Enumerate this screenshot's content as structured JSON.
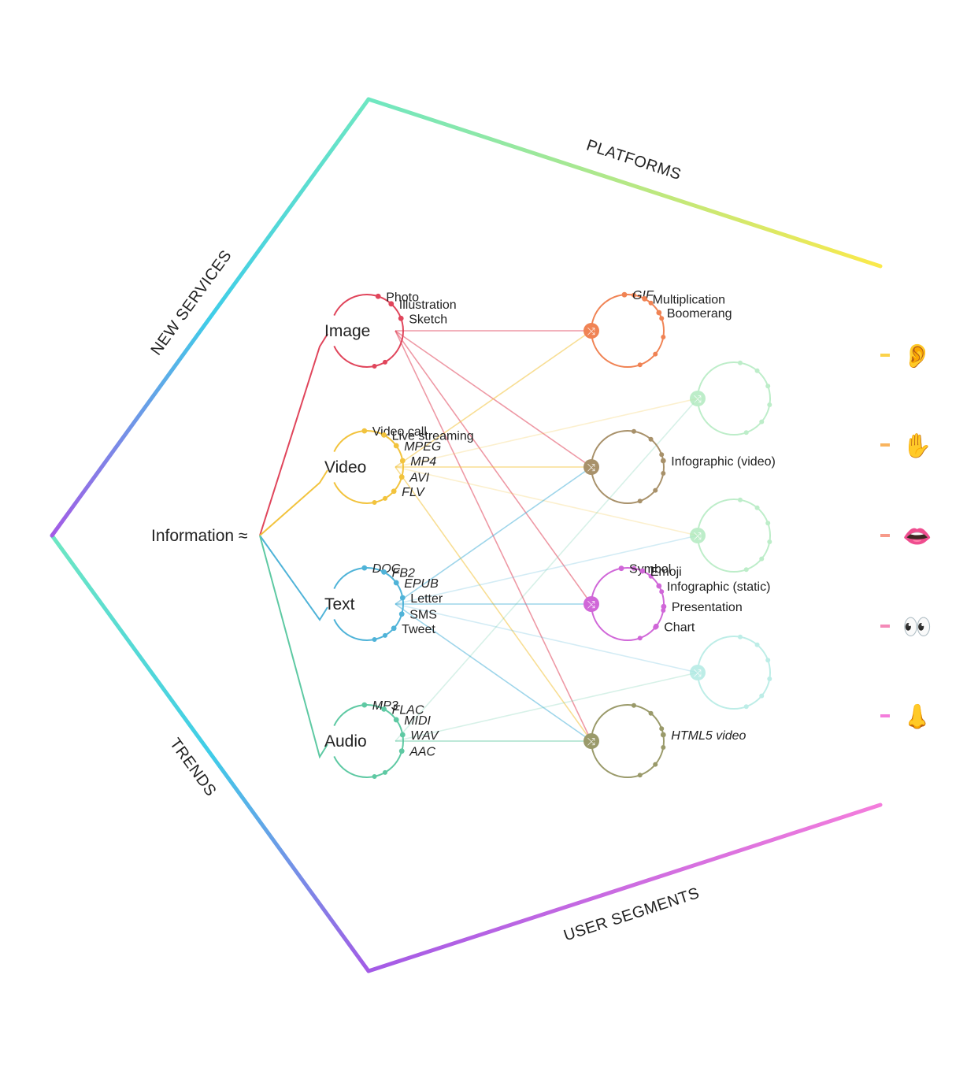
{
  "pentagon": {
    "sides": [
      "NEW SERVICES",
      "PLATFORMS",
      "USER SEGMENTS",
      "TRENDS"
    ]
  },
  "root": {
    "label": "Information ≈"
  },
  "categories": [
    {
      "id": "image",
      "label": "Image",
      "color": "#e0455b",
      "items": [
        {
          "label": "Photo",
          "italic": false
        },
        {
          "label": "Illustration",
          "italic": false
        },
        {
          "label": "Sketch",
          "italic": false
        }
      ]
    },
    {
      "id": "video",
      "label": "Video",
      "color": "#f2c33d",
      "items": [
        {
          "label": "Video call",
          "italic": false
        },
        {
          "label": "Live streaming",
          "italic": false
        },
        {
          "label": "MPEG",
          "italic": true
        },
        {
          "label": "MP4",
          "italic": true
        },
        {
          "label": "AVI",
          "italic": true
        },
        {
          "label": "FLV",
          "italic": true
        }
      ]
    },
    {
      "id": "text",
      "label": "Text",
      "color": "#4fb3d8",
      "items": [
        {
          "label": "DOC",
          "italic": true
        },
        {
          "label": "FB2",
          "italic": true
        },
        {
          "label": "EPUB",
          "italic": true
        },
        {
          "label": "Letter",
          "italic": false
        },
        {
          "label": "SMS",
          "italic": false
        },
        {
          "label": "Tweet",
          "italic": false
        }
      ]
    },
    {
      "id": "audio",
      "label": "Audio",
      "color": "#5ec9a3",
      "items": [
        {
          "label": "MP3",
          "italic": true
        },
        {
          "label": "FLAC",
          "italic": true
        },
        {
          "label": "MIDI",
          "italic": true
        },
        {
          "label": "WAV",
          "italic": true
        },
        {
          "label": "AAC",
          "italic": true
        }
      ]
    }
  ],
  "outputs": [
    {
      "id": "o1",
      "color": "#f08354",
      "faded": false,
      "items": [
        {
          "label": "GIF",
          "italic": true
        },
        {
          "label": "Multiplication",
          "italic": false
        },
        {
          "label": "Boomerang",
          "italic": false
        }
      ]
    },
    {
      "id": "o2",
      "color": "#a8e8b8",
      "faded": true,
      "items": []
    },
    {
      "id": "o3",
      "color": "#a8916a",
      "faded": false,
      "items": [
        {
          "label": "Infographic (video)",
          "italic": false
        }
      ]
    },
    {
      "id": "o4",
      "color": "#a8e8b8",
      "faded": true,
      "items": []
    },
    {
      "id": "o5",
      "color": "#d067d8",
      "faded": false,
      "items": [
        {
          "label": "Symbol",
          "italic": false
        },
        {
          "label": "Emoji",
          "italic": false
        },
        {
          "label": "Infographic (static)",
          "italic": false
        },
        {
          "label": "Presentation",
          "italic": false
        },
        {
          "label": "Chart",
          "italic": false
        }
      ]
    },
    {
      "id": "o6",
      "color": "#a8e8e0",
      "faded": true,
      "items": []
    },
    {
      "id": "o7",
      "color": "#9a9a6a",
      "faded": false,
      "items": [
        {
          "label": "HTML5 video",
          "italic": true
        }
      ]
    }
  ],
  "connections": [
    {
      "from": "image",
      "to": "o1",
      "opacity": 0.55
    },
    {
      "from": "image",
      "to": "o3",
      "opacity": 0.55
    },
    {
      "from": "image",
      "to": "o5",
      "opacity": 0.55
    },
    {
      "from": "image",
      "to": "o7",
      "opacity": 0.55
    },
    {
      "from": "video",
      "to": "o1",
      "opacity": 0.55
    },
    {
      "from": "video",
      "to": "o2",
      "opacity": 0.25
    },
    {
      "from": "video",
      "to": "o3",
      "opacity": 0.55
    },
    {
      "from": "video",
      "to": "o4",
      "opacity": 0.25
    },
    {
      "from": "video",
      "to": "o7",
      "opacity": 0.55
    },
    {
      "from": "text",
      "to": "o3",
      "opacity": 0.55
    },
    {
      "from": "text",
      "to": "o4",
      "opacity": 0.25
    },
    {
      "from": "text",
      "to": "o5",
      "opacity": 0.55
    },
    {
      "from": "text",
      "to": "o6",
      "opacity": 0.25
    },
    {
      "from": "text",
      "to": "o7",
      "opacity": 0.55
    },
    {
      "from": "audio",
      "to": "o2",
      "opacity": 0.25
    },
    {
      "from": "audio",
      "to": "o6",
      "opacity": 0.25
    },
    {
      "from": "audio",
      "to": "o7",
      "opacity": 0.55
    }
  ],
  "senses": [
    {
      "name": "ear-icon",
      "glyph": "👂"
    },
    {
      "name": "hand-icon",
      "glyph": "✋"
    },
    {
      "name": "lips-icon",
      "glyph": "👄"
    },
    {
      "name": "eyes-icon",
      "glyph": "👀"
    },
    {
      "name": "nose-icon",
      "glyph": "👃"
    }
  ]
}
